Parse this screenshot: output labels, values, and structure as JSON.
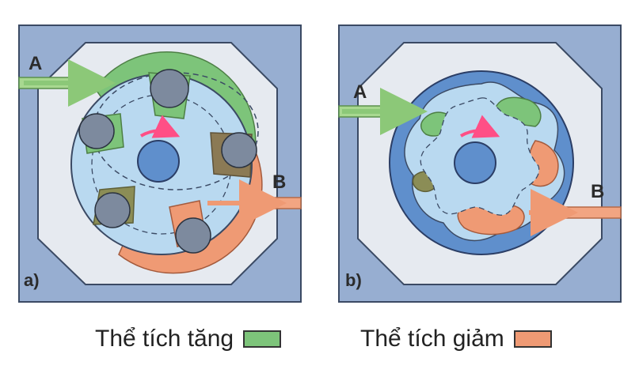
{
  "panel_a": {
    "label": "a)",
    "inlet_label": "A",
    "outlet_label": "B"
  },
  "panel_b": {
    "label": "b)",
    "inlet_label": "A",
    "outlet_label": "B"
  },
  "legend": {
    "increase_label": "Thể tích tăng",
    "decrease_label": "Thể tích giảm",
    "increase_color": "#7dc47a",
    "decrease_color": "#ef9a74"
  },
  "colors": {
    "housing": "#97aed1",
    "chamber": "#e6eaf0",
    "rotor": "#b9d9f0",
    "outer_ring_b": "#5f8fcc",
    "hub": "#5f8fcc",
    "roller": "#7d8a9e",
    "rotation_arrow": "#ff4f86",
    "flow_arrow_green": "#a8d890",
    "flow_arrow_orange": "#f2a582"
  }
}
